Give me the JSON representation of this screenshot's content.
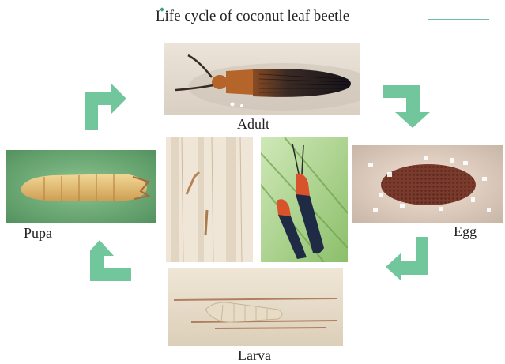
{
  "title": "Life cycle of coconut leaf beetle",
  "stages": {
    "adult": "Adult",
    "egg": "Egg",
    "larva": "Larva",
    "pupa": "Pupa"
  },
  "colors": {
    "arrow": "#72c69c",
    "accent_line": "#6fbf9d",
    "beetle_head": "#b5642a",
    "beetle_elytra": "#1d1a22",
    "egg_mass": "#7a3b2d",
    "pupa_body": "#e6c27a",
    "pupa_background": "#6fae7a"
  },
  "icons": [
    "arrow-right-icon",
    "arrow-down-icon",
    "arrow-left-icon",
    "arrow-up-icon"
  ]
}
